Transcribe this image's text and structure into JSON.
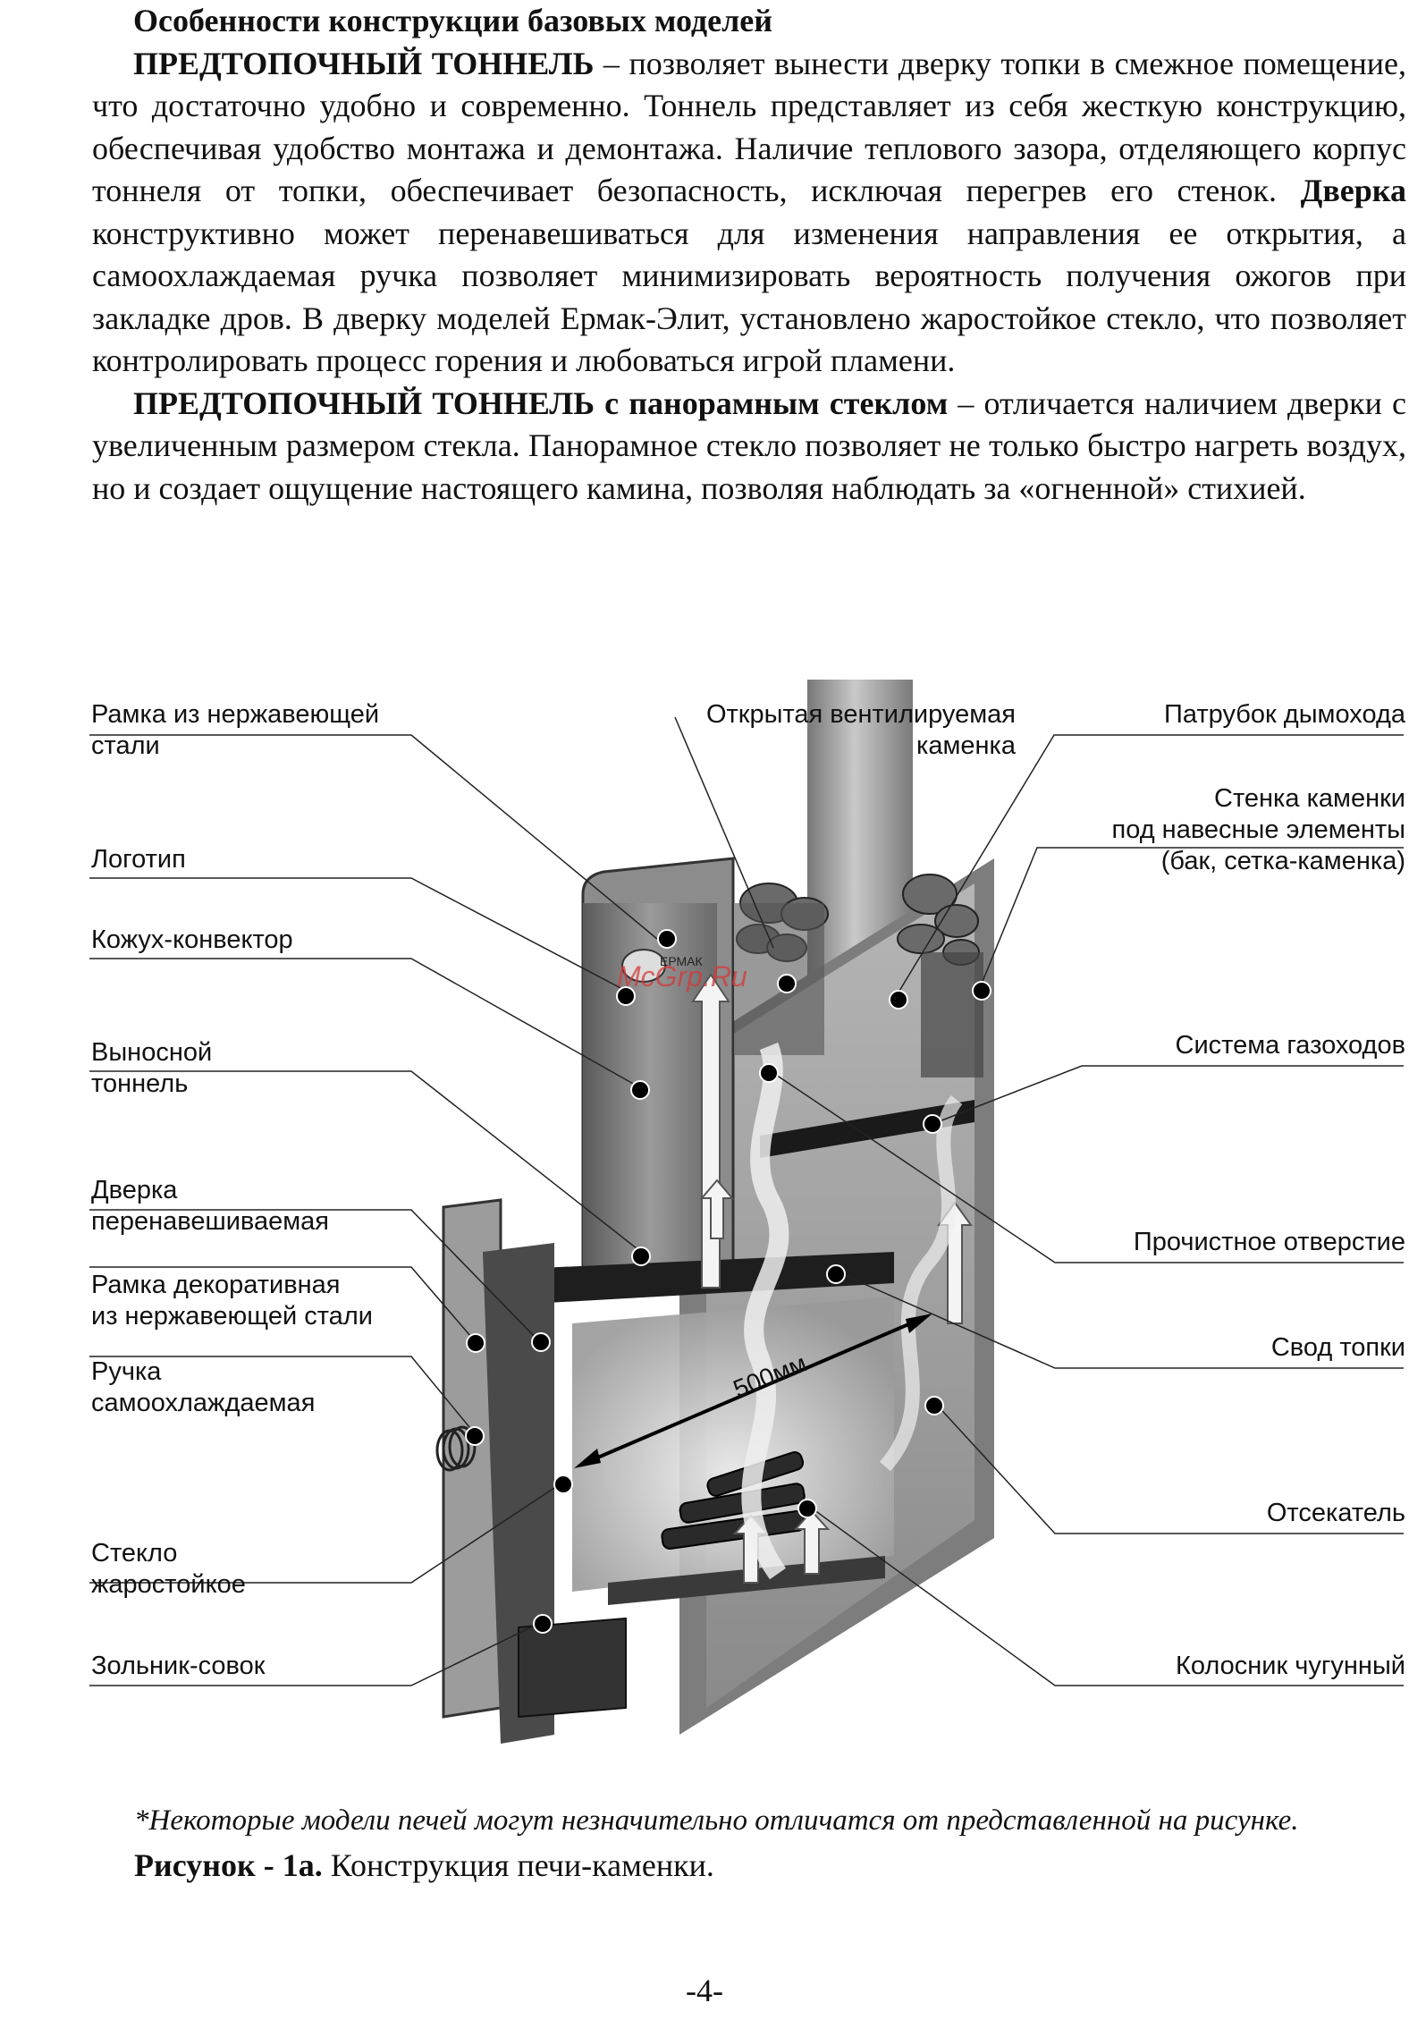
{
  "section_heading": "Особенности конструкции базовых моделей",
  "para1": {
    "term": "ПРЕДТОПОЧНЫЙ ТОННЕЛЬ",
    "text_a": " – позволяет вынести дверку топки в смежное помещение, что достаточно удобно и современно. Тоннель представляет из себя жесткую конструкцию, обеспечивая удобство монтажа и демонтажа. Наличие теплового зазора, отделяющего корпус тоннеля от топки, обеспечивает безопасность, исключая перегрев его стенок. ",
    "term2": "Дверка",
    "text_b": " конструктивно может перенавешиваться для изменения направления ее открытия, а самоохлаждаемая ручка позволяет минимизировать вероятность получения ожогов при закладке дров. В дверку моделей Ермак-Элит, установлено жаростойкое стекло, что позволяет контролировать процесс горения и любоваться игрой пламени."
  },
  "para2": {
    "term": "ПРЕДТОПОЧНЫЙ ТОННЕЛЬ с панорамным стеклом",
    "text": " – отличается наличием дверки с увеличенным размером стекла. Панорамное стекло позволяет не только быстро нагреть воздух, но и создает ощущение настоящего камина, позволяя наблюдать за «огненной» стихией."
  },
  "figure": {
    "watermark": "McGrp.Ru",
    "logo_text": "ЕРМАК",
    "dimension_label": "500мм",
    "left_labels": [
      [
        "Рамка из нержавеющей",
        "стали"
      ],
      [
        "Логотип"
      ],
      [
        "Кожух-конвектор"
      ],
      [
        "Выносной",
        "тоннель"
      ],
      [
        "Дверка",
        "перенавешиваемая"
      ],
      [
        "Рамка декоративная",
        "из нержавеющей стали"
      ],
      [
        "Ручка",
        "самоохлаждаемая"
      ],
      [
        "Стекло",
        "жаростойкое"
      ],
      [
        "Зольник-совок"
      ]
    ],
    "right_labels": [
      [
        "Открытая вентилируемая",
        "каменка"
      ],
      [
        "Патрубок дымохода"
      ],
      [
        "Стенка каменки",
        "под навесные элементы",
        "(бак, сетка-каменка)"
      ],
      [
        "Система газоходов"
      ],
      [
        "Прочистное отверстие"
      ],
      [
        "Свод топки"
      ],
      [
        "Отсекатель"
      ],
      [
        "Колосник чугунный"
      ]
    ]
  },
  "footnote": "*Некоторые модели печей могут незначительно отличатся от представленной на рисунке.",
  "caption": {
    "label": "Рисунок - 1а.",
    "text": " Конструкция печи-каменки."
  },
  "page_number": "-4-",
  "colors": {
    "text": "#111111",
    "watermark": "#d23a3a",
    "stove_metal": "#8a8a8a",
    "stove_dark": "#2a2a2a"
  }
}
